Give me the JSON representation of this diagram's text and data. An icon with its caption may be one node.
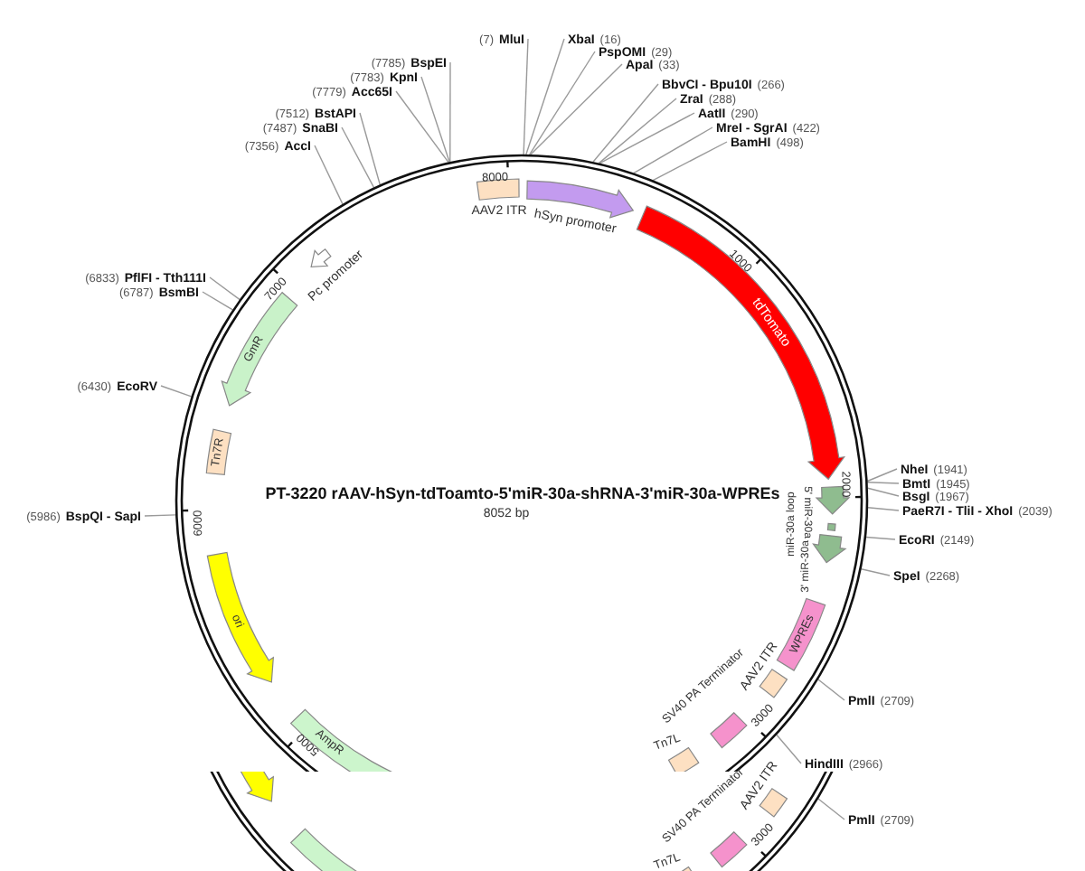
{
  "diagram": {
    "title": "PT-3220  rAAV-hSyn-tdToamto-5'miR-30a-shRNA-3'miR-30a-WPREs",
    "nodes": [
      {
        "text": [],
        "shape": "circle"
      },
      {
        "text": [
          "AAV2 ITR"
        ],
        "in": 0
      },
      {
        "text": [
          "hSyn promoter"
        ],
        "in": 0
      },
      {
        "text": [
          "tdTomato"
        ],
        "in": 0
      },
      {
        "text": [
          "5' miR-30a"
        ],
        "in": 0
      },
      {
        "text": [
          "miR-30a loop"
        ],
        "in": 0
      },
      {
        "text": [
          "3' miR-30a"
        ],
        "in": 0
      },
      {
        "text": [
          "WPREs"
        ],
        "in": 0
      },
      {
        "text": [
          "AAV2 ITR"
        ],
        "in": 0
      },
      {
        "text": [
          "SV40 PA Terminator"
        ],
        "in": 0
      },
      {
        "text": [
          "Tn7L"
        ],
        "in": 0
      },
      {
        "text": [
          "Pc promoter"
        ],
        "in": 0
      },
      {
        "text": [
          "GmR"
        ],
        "in": 0
      },
      {
        "text": [
          "Tn7R"
        ],
        "in": 0
      },
      {
        "text": [
          "ori"
        ],
        "in": 0
      },
      {
        "text": [
          "AmpR"
        ],
        "in": 0
      },
      {
        "text": [],
        "shape": "arrow",
        "in": 0
      },
      {
        "text": [],
        "shape": "arrow"
      },
      {
        "text": [
          "AAV2 ITR"
        ],
        "in": 0
      },
      {
        "text": [
          "SV40 PA Terminator"
        ]
      },
      {
        "text": [
          "Tn7L"
        ]
      },
      {
        "text": [
          "MluI"
        ],
        "beside": [
          "(7)"
        ]
      },
      {
        "text": [
          "XbaI"
        ],
        "beside": [
          "(16)"
        ]
      },
      {
        "text": [
          "PspOMI"
        ],
        "beside": [
          "(29)"
        ]
      },
      {
        "text": [
          "ApaI"
        ],
        "beside": [
          "(33)"
        ]
      },
      {
        "text": [
          "BspEI"
        ],
        "beside": [
          "(7785)"
        ]
      },
      {
        "text": [
          "KpnI"
        ],
        "beside": [
          "(7783)"
        ]
      },
      {
        "text": [
          "Acc65I"
        ],
        "beside": [
          "(7779)"
        ]
      },
      {
        "text": [
          "BbvCI - Bpu10I"
        ],
        "beside": [
          "(266)"
        ]
      },
      {
        "text": [
          "ZraI"
        ],
        "beside": [
          "(288)"
        ]
      },
      {
        "text": [
          "AatII"
        ],
        "beside": [
          "(290)"
        ]
      },
      {
        "text": [
          "MreI - SgrAI"
        ],
        "beside": [
          "(422)"
        ]
      },
      {
        "text": [
          "BstAPI"
        ],
        "beside": [
          "(7512)"
        ]
      },
      {
        "text": [
          "BamHI"
        ],
        "beside": [
          "(498)"
        ]
      },
      {
        "text": [
          "SnaBI"
        ],
        "beside": [
          "(7487)"
        ]
      },
      {
        "text": [
          "AccI"
        ],
        "beside": [
          "(7356)"
        ]
      },
      {
        "text": [
          "PflFI - Tth111I"
        ],
        "beside": [
          "(6833)"
        ]
      },
      {
        "text": [
          "BsmBI"
        ],
        "beside": [
          "(6787)"
        ]
      },
      {
        "text": [
          "EcoRV"
        ],
        "beside": [
          "(6430)"
        ]
      },
      {
        "text": [
          "NheI"
        ],
        "beside": [
          "(1941)"
        ]
      },
      {
        "text": [
          "BmtI"
        ],
        "beside": [
          "(1945)"
        ]
      },
      {
        "text": [
          "BsgI"
        ],
        "beside": [
          "(1967)"
        ]
      },
      {
        "text": [
          "PaeR7I - TliI - XhoI"
        ],
        "beside": [
          "(2039)"
        ]
      },
      {
        "text": [
          "EcoRI"
        ],
        "beside": [
          "(2149)"
        ]
      },
      {
        "text": [
          "SpeI"
        ],
        "beside": [
          "(2268)"
        ]
      },
      {
        "text": [
          "BspQI - SapI"
        ],
        "beside": [
          "(5986)"
        ]
      },
      {
        "text": [
          "PmlI"
        ],
        "beside": [
          "(2709)"
        ]
      },
      {
        "text": [
          "HindIII"
        ],
        "beside": [
          "(2966)"
        ]
      },
      {
        "text": [
          "PmlI"
        ],
        "beside": [
          "(2709)"
        ]
      }
    ],
    "edges": [
      {
        "from": 21,
        "to": 0,
        "arrow": "none"
      },
      {
        "from": 22,
        "to": 0,
        "arrow": "none"
      },
      {
        "from": 23,
        "to": 0,
        "arrow": "none"
      },
      {
        "from": 24,
        "to": 0,
        "arrow": "none"
      },
      {
        "from": 25,
        "to": 0,
        "arrow": "none"
      },
      {
        "from": 26,
        "to": 0,
        "arrow": "none"
      },
      {
        "from": 27,
        "to": 0,
        "arrow": "none"
      },
      {
        "from": 28,
        "to": 0,
        "arrow": "none"
      },
      {
        "from": 29,
        "to": 0,
        "arrow": "none"
      },
      {
        "from": 30,
        "to": 0,
        "arrow": "none"
      },
      {
        "from": 31,
        "to": 0,
        "arrow": "none"
      },
      {
        "from": 32,
        "to": 0,
        "arrow": "none"
      },
      {
        "from": 33,
        "to": 0,
        "arrow": "none"
      },
      {
        "from": 34,
        "to": 0,
        "arrow": "none"
      },
      {
        "from": 35,
        "to": 0,
        "arrow": "none"
      },
      {
        "from": 36,
        "to": 0,
        "arrow": "none"
      },
      {
        "from": 37,
        "to": 0,
        "arrow": "none"
      },
      {
        "from": 38,
        "to": 0,
        "arrow": "none"
      },
      {
        "from": 39,
        "to": 0,
        "arrow": "none"
      },
      {
        "from": 40,
        "to": 0,
        "arrow": "none"
      },
      {
        "from": 41,
        "to": 0,
        "arrow": "none"
      },
      {
        "from": 42,
        "to": 0,
        "arrow": "none"
      },
      {
        "from": 43,
        "to": 0,
        "arrow": "none"
      },
      {
        "from": 44,
        "to": 0,
        "arrow": "none"
      },
      {
        "from": 45,
        "to": 0,
        "arrow": "none"
      },
      {
        "from": 46,
        "to": 0,
        "arrow": "none"
      },
      {
        "from": 47,
        "to": 0,
        "arrow": "none"
      },
      {
        "from": 48,
        "to": 0,
        "arrow": "none"
      }
    ],
    "labels": [
      "8052 bp",
      "8000",
      "1000",
      "2000",
      "3000",
      "7000",
      "6000",
      "5000",
      "3000"
    ]
  }
}
